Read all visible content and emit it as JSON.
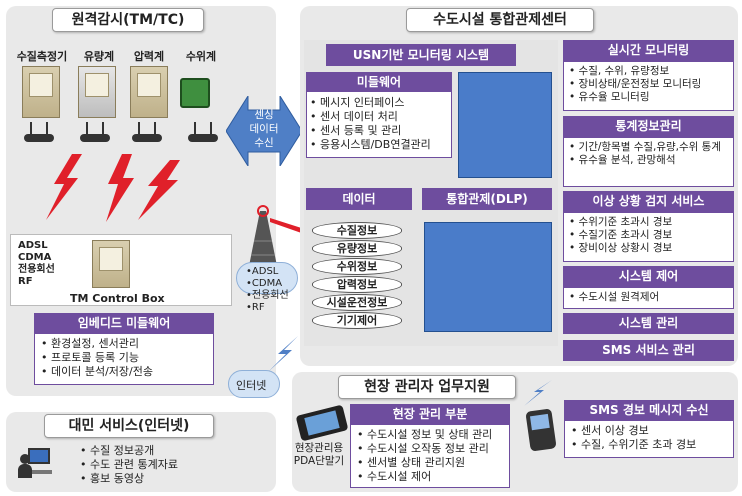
{
  "left_panel": {
    "title": "원격감시(TM/TC)",
    "devices": [
      "수질측정기",
      "유량계",
      "압력계",
      "수위계"
    ],
    "networks": [
      "ADSL",
      "CDMA",
      "전용회선",
      "RF"
    ],
    "control_box_label": "TM Control Box",
    "embedded": {
      "title": "임베디드 미들웨어",
      "items": [
        "환경설정, 센서관리",
        "프로토콜 등록 기능",
        "데이터 분석/저장/전송"
      ]
    }
  },
  "sensing_label": "센싱\n데이터\n수신",
  "tower_networks": [
    "ADSL",
    "CDMA",
    "전용회선",
    "RF"
  ],
  "internet_label": "인터넷",
  "public_service": {
    "title": "대민 서비스(인터넷)",
    "items": [
      "수질 정보공개",
      "수도 관련 통계자료",
      "홍보 동영상"
    ]
  },
  "center": {
    "title": "수도시설 통합관제센터",
    "usn_title": "USN기반 모니터링 시스템",
    "middleware": {
      "title": "미들웨어",
      "items": [
        "메시지 인터페이스",
        "센서 데이터 처리",
        "센서 등록 및 관리",
        "응용시스템/DB연결관리"
      ]
    },
    "data_title": "데이터",
    "dlp_title": "통합관제(DLP)",
    "data_items": [
      "수질정보",
      "유량정보",
      "수위정보",
      "압력정보",
      "시설운전정보",
      "기기제어"
    ],
    "right": [
      {
        "title": "실시간 모니터링",
        "items": [
          "수질, 수위, 유량정보",
          "장비상태/운전정보 모니터링",
          "유수율 모니터링"
        ]
      },
      {
        "title": "통계정보관리",
        "items": [
          "기간/항목별 수질,유량,수위 통계",
          "유수율 분석, 관망해석"
        ]
      },
      {
        "title": "이상 상황 검지 서비스",
        "items": [
          "수위기준 초과시 경보",
          "수질기준 초과시 경보",
          "장비이상 상황시 경보"
        ]
      },
      {
        "title": "시스템 제어",
        "items": [
          "수도시설 원격제어"
        ]
      },
      {
        "title": "시스템 관리",
        "items": []
      },
      {
        "title": "SMS 서비스 관리",
        "items": []
      }
    ]
  },
  "field": {
    "title": "현장 관리자 업무지원",
    "pda_label": "현장관리용\nPDA단말기",
    "sub_title": "현장 관리 부분",
    "items": [
      "수도시설 정보 및 상태 관리",
      "수도시설 오작동 정보 관리",
      "센서별 상태 관리지원",
      "수도시설 제어"
    ],
    "sms_title": "SMS 경보 메시지 수신",
    "sms_items": [
      "센서 이상 경보",
      "수질, 수위기준 초과 경보"
    ]
  }
}
